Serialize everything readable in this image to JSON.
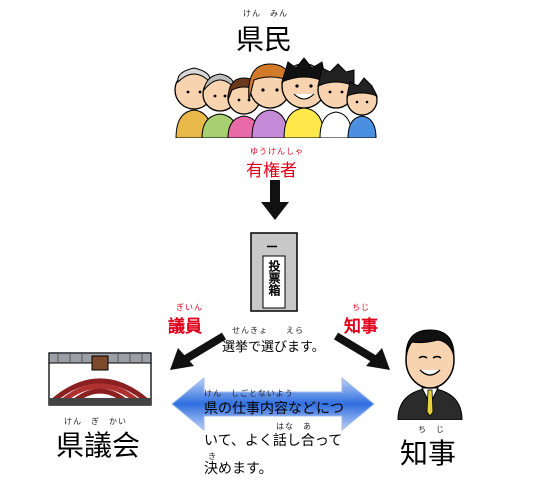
{
  "top": {
    "ruby": "けん　みん",
    "title": "県民"
  },
  "voter": {
    "ruby": "ゆうけんしゃ",
    "label": "有権者"
  },
  "box": {
    "slot": "ー",
    "label": "投票箱"
  },
  "left_role": {
    "ruby": "ぎいん",
    "label": "議員"
  },
  "right_role": {
    "ruby": "ちじ",
    "label": "知事"
  },
  "election": {
    "ruby": "せんきょ　　えら",
    "text": "選挙で選びます。"
  },
  "assembly": {
    "ruby": "けん　ぎ　かい",
    "label": "県議会"
  },
  "governor": {
    "ruby": "ち　じ",
    "label": "知事"
  },
  "discussion": {
    "ruby1": "けん　しごとないよう",
    "line1": "県の仕事内容などにつ",
    "ruby2": "はな　あ",
    "line2": "いて、よく話し合って",
    "ruby3": "き",
    "line3": "決めます。"
  },
  "colors": {
    "red": "#e0001a",
    "arrow_blue": "#2f6fe0",
    "arrow_edge": "#bcd0f5"
  }
}
